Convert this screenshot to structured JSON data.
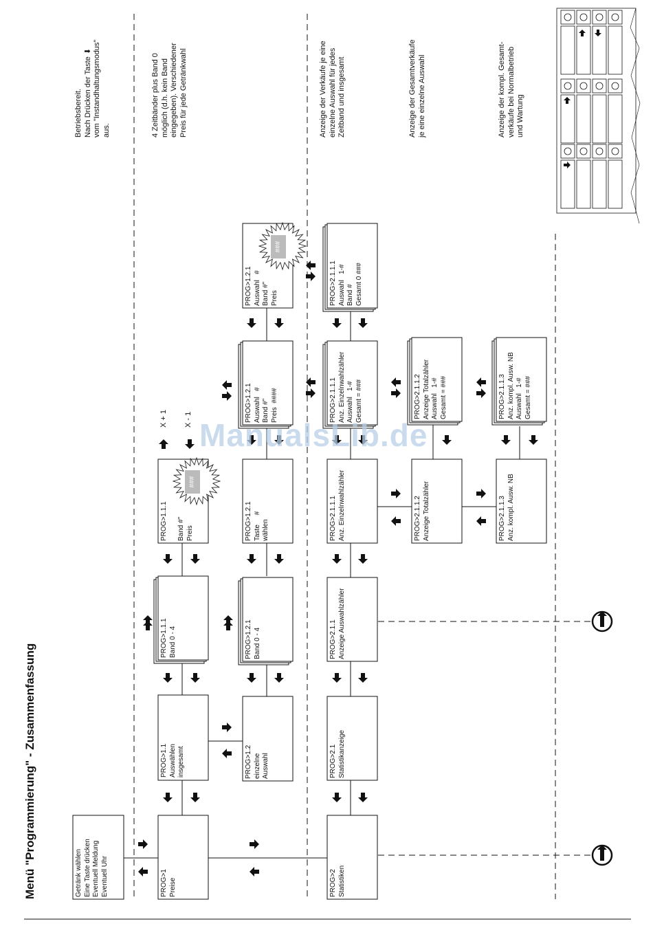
{
  "page": {
    "title": "Menü \"Programmierung\" - Zusammenfassung",
    "watermark": "ManualsLib.de"
  },
  "descriptions": {
    "d1": "Betriebsbereit.\nNach Drücken der Taste ⬇\nvom \"Instandhaltungsmodus\"\naus.",
    "d2": "4 Zeitbänder plus Band 0\nmöglich (d.h. kein Band\neingegeben). Verschiedener\nPreis für jede Getränkwahl",
    "d3": "Anzeige der Verkäufe je eine\neinzelne Auswahl für jedes\nZeitband und insgesamt",
    "d4": "Anzeige der Gesamtverkäufe\nje eine einzelne Auswahl",
    "d5": "Anzeige der kompl. Gesamt-\nverkäufe bei Normalbetrieb\nund Wartung"
  },
  "boxes": {
    "start": "Getränk wählen\nEine Taste drücken\nEventuell Meldung\nEventuell Uhr",
    "p1": "PROG>1\nPreise",
    "p11": "PROG>1.1\nAuswählen\ninsgesamt",
    "p111": "PROG>1.1.1\nBand 0 - 4",
    "p1111": "PROG>1.1.1\n\nBand #\"\nPreis",
    "p12": "PROG>1.2\neinzelne\nAuswahl",
    "p121": "PROG>1.2.1\nBand 0 - 4",
    "p1211": "PROG>1.2.1\nTaste     #\nwählen",
    "p1212": "PROG>1.2.1\nAuswahl   #\nBand #\"\nPreis  ####",
    "p1213": "PROG>1.2.1\nAuswahl   #\nBand #\"\nPreis",
    "p2": "PROG>2\nStatistiken",
    "p21": "PROG>2.1\nStatistikanzeige",
    "p211": "PROG>2.1.1\nAnzeige Auswahlzähler",
    "p2111": "PROG>2.1.1.1\nAnz. Einzelnwahlzähler",
    "p2111b": "PROG>2.1.1.1\nAnz. Einzelnwahlzähler\nAuswahl   1-#\nGesamt = ###",
    "p2111c": "PROG>2.1.1.1\nAuswahl   1-#\nBand #\nGesamt 0 ###",
    "p2112": "PROG>2.1.1.2\nAnzeige Totalzähler",
    "p2112b": "PROG>2.1.1.2\nAnzeige Totalzähler\nAuswahl   1-#\nGesamt = ###",
    "p2113": "PROG>2.1.1.3\nAnz. kompl. Ausw. NB",
    "p2113b": "PROG>2.1.1.3\nAnz. kompl. Ausw. NB\nAuswahl   1-#\nGesamt = ###"
  },
  "labels": {
    "xplus": "X + 1",
    "xminus": "X - 1",
    "hash": "###"
  },
  "colors": {
    "line": "#111111",
    "star_fill": "#bbbbbb",
    "watermark": "#b7cfe8"
  },
  "icons": [
    "arrow-icon",
    "return-circle-icon",
    "starburst-icon",
    "keypad-icon"
  ]
}
